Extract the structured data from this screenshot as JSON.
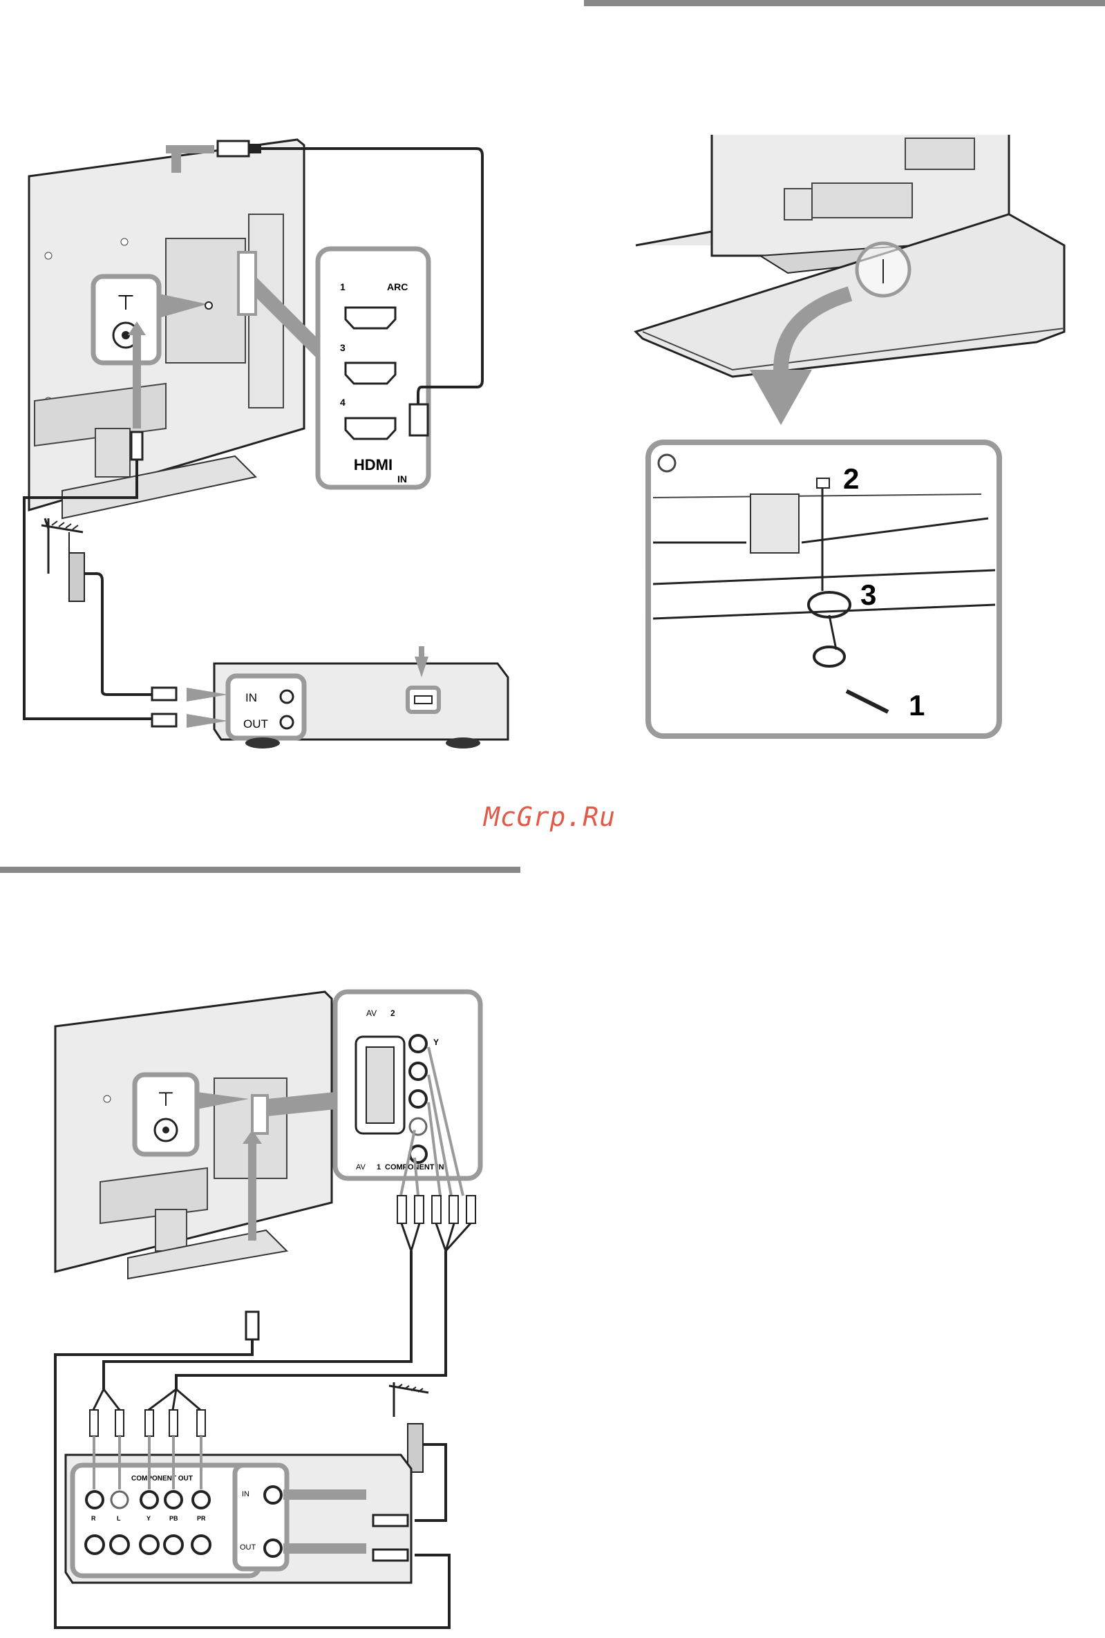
{
  "watermark": "McGrp.Ru",
  "hdmi_figure": {
    "antenna_symbol": "⊤",
    "ports": [
      "1",
      "3",
      "4"
    ],
    "arc_label": "ARC",
    "hdmi_logo": "HDMI",
    "hdmi_in": "IN",
    "box_in": "IN",
    "box_out": "OUT"
  },
  "stand_figure": {
    "steps": [
      "1",
      "2",
      "3"
    ]
  },
  "component_figure": {
    "panel_av2": "AV",
    "panel_av2_num": "2",
    "panel_av1": "AV",
    "panel_av1_num": "1",
    "panel_component": "COMPONENT IN",
    "panel_y": "Y",
    "box_component_out": "COMPONENT OUT",
    "box_jacks": [
      "R",
      "L",
      "Y",
      "PB",
      "PR"
    ],
    "box_in": "IN",
    "box_out": "OUT",
    "antenna_symbol": "⊤"
  },
  "colors": {
    "rule": "#888888",
    "watermark": "#e05a4a",
    "highlight": "#9a9a9a"
  }
}
